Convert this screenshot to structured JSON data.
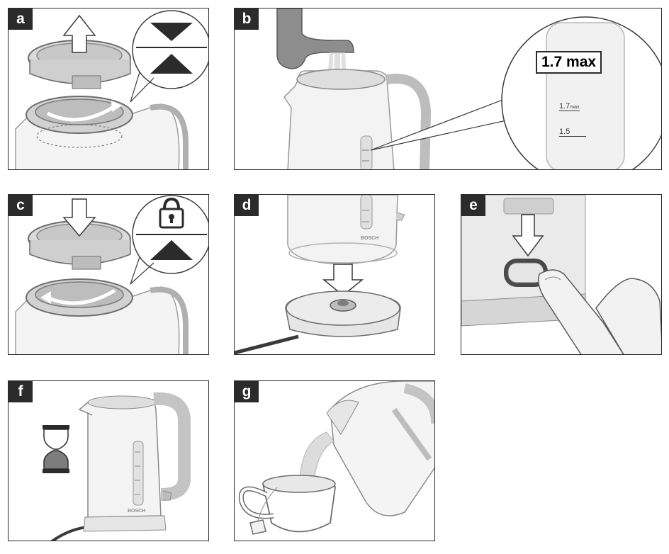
{
  "panels": {
    "a": {
      "label": "a"
    },
    "b": {
      "label": "b",
      "zoom_title": "1.7 max",
      "mark_top": "1.7",
      "mark_top_suffix": "max",
      "mark_low": "1.5"
    },
    "c": {
      "label": "c"
    },
    "d": {
      "label": "d",
      "brand": "BOSCH"
    },
    "e": {
      "label": "e"
    },
    "f": {
      "label": "f",
      "brand": "BOSCH"
    },
    "g": {
      "label": "g"
    }
  },
  "colors": {
    "border": "#2a2a2a",
    "tag_bg": "#2b2b2b",
    "tag_text": "#ffffff",
    "shade": "#7d7d7d",
    "light": "#e6e6e6"
  }
}
